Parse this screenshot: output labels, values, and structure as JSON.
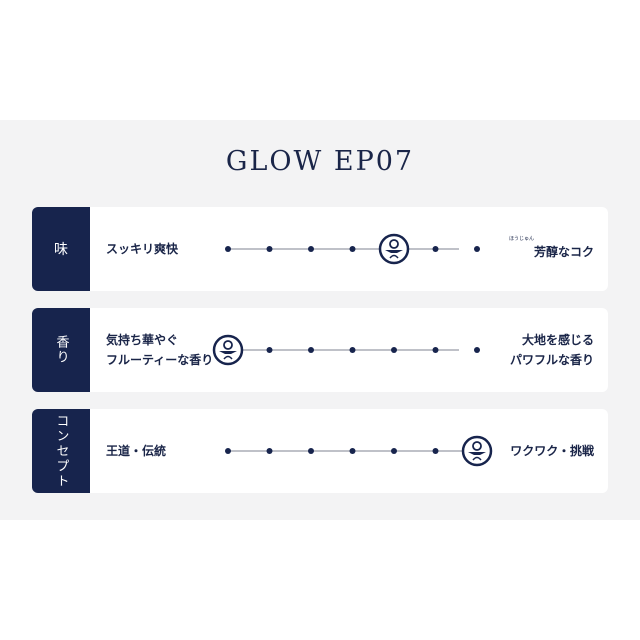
{
  "title": "GLOW EP07",
  "steps": 7,
  "colors": {
    "navy": "#17244d",
    "band": "#f3f3f4"
  },
  "rows": [
    {
      "label": "味",
      "vertical": false,
      "left": [
        "スッキリ爽快"
      ],
      "right": [
        "芳醇なコク"
      ],
      "right_ruby": "ほうじゅん",
      "value": 5
    },
    {
      "label": "香り",
      "vertical": true,
      "left": [
        "気持ち華やぐ",
        "フルーティーな香り"
      ],
      "right": [
        "大地を感じる",
        "パワフルな香り"
      ],
      "value": 1
    },
    {
      "label": "コンセプト",
      "vertical": true,
      "left": [
        "王道・伝統"
      ],
      "right": [
        "ワクワク・挑戦"
      ],
      "value": 7
    }
  ],
  "marker_icon": "glow-emblem-icon"
}
